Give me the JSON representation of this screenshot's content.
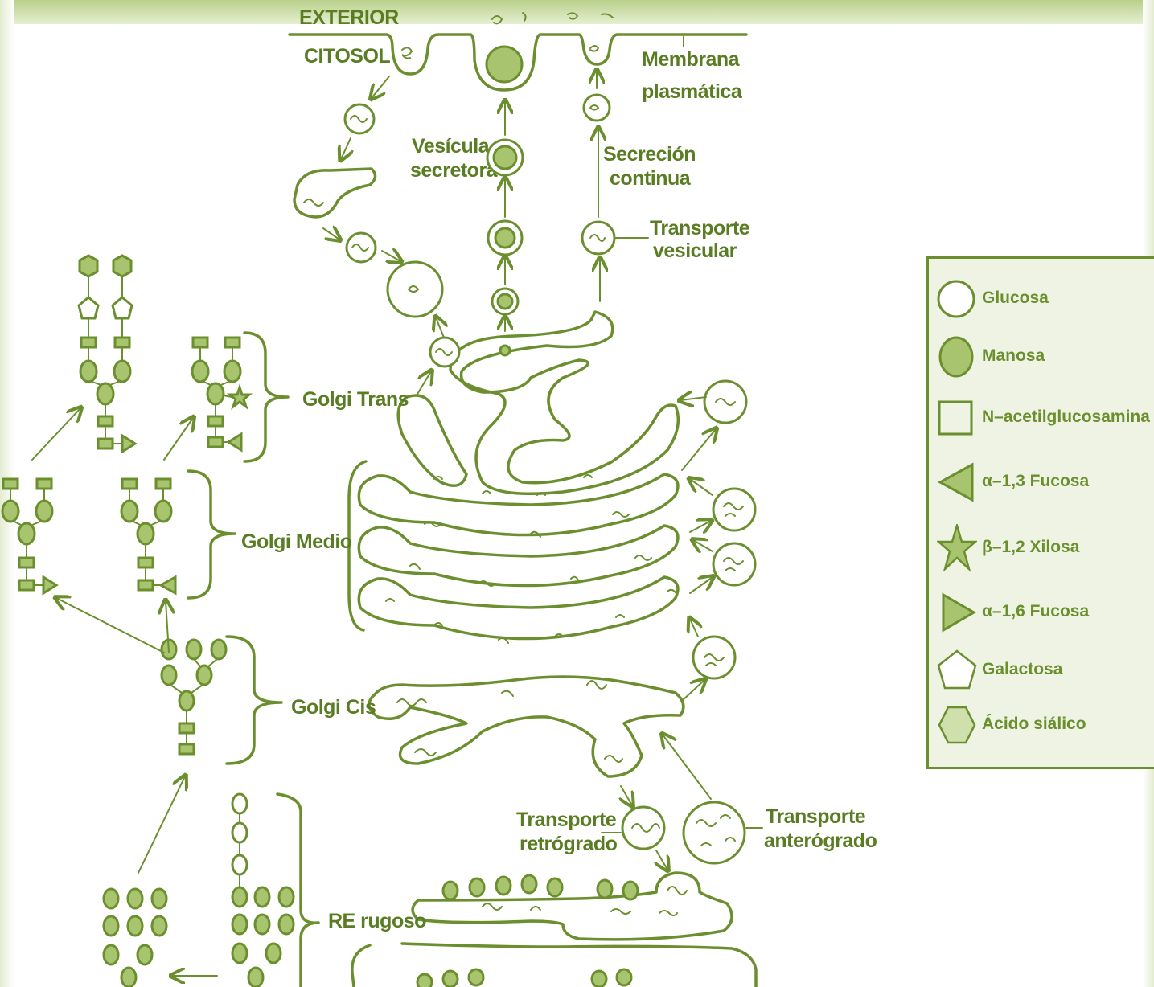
{
  "labels": {
    "exterior": "EXTERIOR",
    "citosol": "CITOSOL",
    "membrana_1": "Membrana",
    "membrana_2": "plasmática",
    "vesicula_1": "Vesícula",
    "vesicula_2": "secretora",
    "secrecion_1": "Secreción",
    "secrecion_2": "continua",
    "transporte_vesicular_1": "Transporte",
    "transporte_vesicular_2": "vesicular",
    "golgi_trans": "Golgi Trans",
    "golgi_medio": "Golgi Medio",
    "golgi_cis": "Golgi Cis",
    "transporte_retrogrado_1": "Transporte",
    "transporte_retrogrado_2": "retrógrado",
    "transporte_anterogrado_1": "Transporte",
    "transporte_anterogrado_2": "anterógrado",
    "re_rugoso": "RE rugoso"
  },
  "legend": {
    "items": [
      {
        "label": "Glucosa",
        "symbol": "circle-white"
      },
      {
        "label": "Manosa",
        "symbol": "circle-green"
      },
      {
        "label": "N–acetilglucosamina",
        "symbol": "square"
      },
      {
        "label": "α–1,3 Fucosa",
        "symbol": "triangle-left"
      },
      {
        "label": "β–1,2 Xilosa",
        "symbol": "star"
      },
      {
        "label": "α–1,6 Fucosa",
        "symbol": "triangle-right"
      },
      {
        "label": "Galactosa",
        "symbol": "pentagon"
      },
      {
        "label": "Ácido siálico",
        "symbol": "hexagon"
      }
    ]
  },
  "colors": {
    "line": "#6b8f2e",
    "fill": "#a8c46e",
    "text": "#5a7d24",
    "legend_bg": "#eef3e3"
  }
}
